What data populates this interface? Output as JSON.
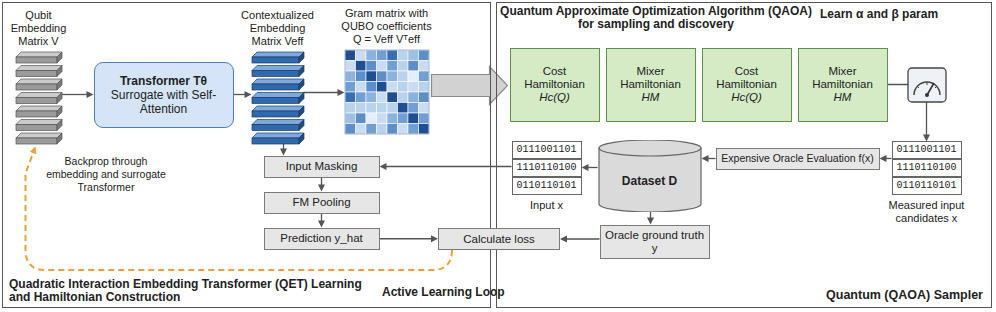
{
  "diagram": {
    "nodes": [
      {
        "text": [
          "Quadratic Interaction Embedding Transformer (QET) Learning and Hamiltonian Construction"
        ]
      },
      {
        "text": [
          "Qubit Embedding Matrix V"
        ],
        "in": 0
      },
      {
        "text": [
          "Transformer Tθ",
          "Surrogate with Self-Attention"
        ],
        "in": 0
      },
      {
        "text": [
          "Contextualized Embedding Matrix Veff"
        ],
        "in": 0
      },
      {
        "text": [
          "Gram matrix with QUBO coefficients Q = Veff Vᵀeff"
        ],
        "in": 0
      },
      {
        "text": [
          "Input Masking"
        ],
        "in": 0
      },
      {
        "text": [
          "FM Pooling"
        ],
        "in": 0
      },
      {
        "text": [
          "Prediction y_hat"
        ],
        "in": 0
      },
      {
        "text": [
          "Calculate loss"
        ]
      },
      {
        "text": [
          "Quantum (QAOA) Sampler"
        ]
      },
      {
        "text": [
          "Cost Hamiltonian",
          "Hc(Q)"
        ],
        "in": 9
      },
      {
        "text": [
          "Mixer Hamiltonian",
          "HM"
        ],
        "in": 9
      },
      {
        "text": [
          "Cost Hamiltonian",
          "Hc(Q)"
        ],
        "in": 9
      },
      {
        "text": [
          "Mixer Hamiltonian",
          "HM"
        ],
        "in": 9
      },
      {
        "text": [
          "Measured input candidates x"
        ],
        "in": 9
      },
      {
        "text": [
          "0111001101"
        ],
        "in": 14
      },
      {
        "text": [
          "1110110100"
        ],
        "in": 14
      },
      {
        "text": [
          "0110110101"
        ],
        "in": 14
      },
      {
        "text": [
          "Expensive Oracle Evaluation f(x)"
        ],
        "in": 9
      },
      {
        "text": [
          "Dataset D"
        ],
        "in": 9
      },
      {
        "text": [
          "Input x"
        ],
        "in": 9
      },
      {
        "text": [
          "0111001101"
        ],
        "in": 20
      },
      {
        "text": [
          "1110110100"
        ],
        "in": 20
      },
      {
        "text": [
          "0110110101"
        ],
        "in": 20
      },
      {
        "text": [
          "Oracle ground truth y"
        ],
        "in": 9
      }
    ],
    "edges": [
      {
        "from": 1,
        "to": 2,
        "arrow": "to"
      },
      {
        "from": 2,
        "to": 3,
        "arrow": "to"
      },
      {
        "from": 3,
        "to": 4,
        "arrow": "to"
      },
      {
        "from": 3,
        "to": 5,
        "arrow": "to"
      },
      {
        "from": 5,
        "to": 6,
        "arrow": "to"
      },
      {
        "from": 6,
        "to": 7,
        "arrow": "to"
      },
      {
        "from": 7,
        "to": 8,
        "arrow": "to"
      },
      {
        "from": 24,
        "to": 8,
        "arrow": "to"
      },
      {
        "from": 8,
        "to": 1,
        "arrow": "to"
      },
      {
        "from": 4,
        "to": 10,
        "arrow": "to"
      },
      {
        "from": 13,
        "to": 14,
        "arrow": "to"
      },
      {
        "from": 14,
        "to": 18,
        "arrow": "to"
      },
      {
        "from": 18,
        "to": 19,
        "arrow": "to"
      },
      {
        "from": 19,
        "to": 20,
        "arrow": "to"
      },
      {
        "from": 20,
        "to": 5,
        "arrow": "to"
      },
      {
        "from": 19,
        "to": 24,
        "arrow": "to"
      }
    ],
    "labels": [
      "Backprop through embedding and surrogate Transformer",
      "Active Learning Loop",
      "Quantum Approximate Optimization Algorithm (QAOA) for sampling and discovery",
      "Learn α and β param"
    ]
  }
}
